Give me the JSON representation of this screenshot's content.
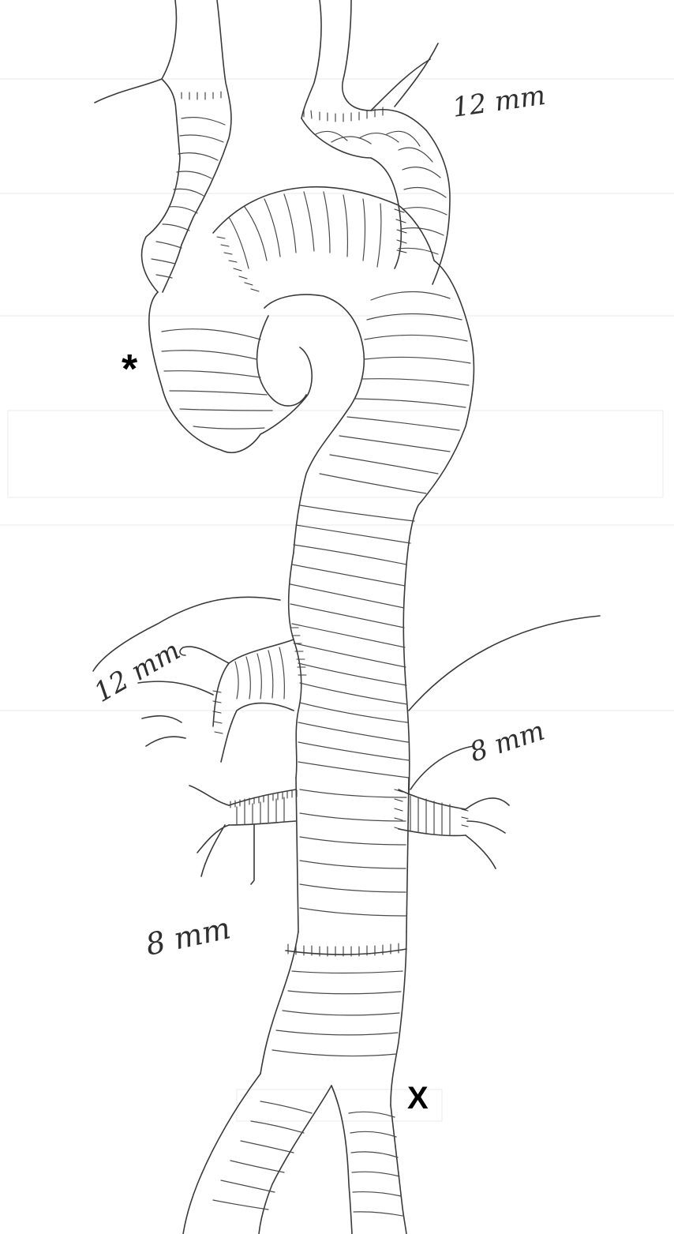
{
  "figure": {
    "annotations": {
      "label_arch_branch": "12 mm",
      "label_visceral_left": "12 mm",
      "label_renal_right": "8 mm",
      "label_renal_left": "8 mm",
      "marker_asterisk": "*",
      "marker_x": "X"
    },
    "ink_color": "#3a3a3a",
    "paper_color": "#ffffff"
  }
}
